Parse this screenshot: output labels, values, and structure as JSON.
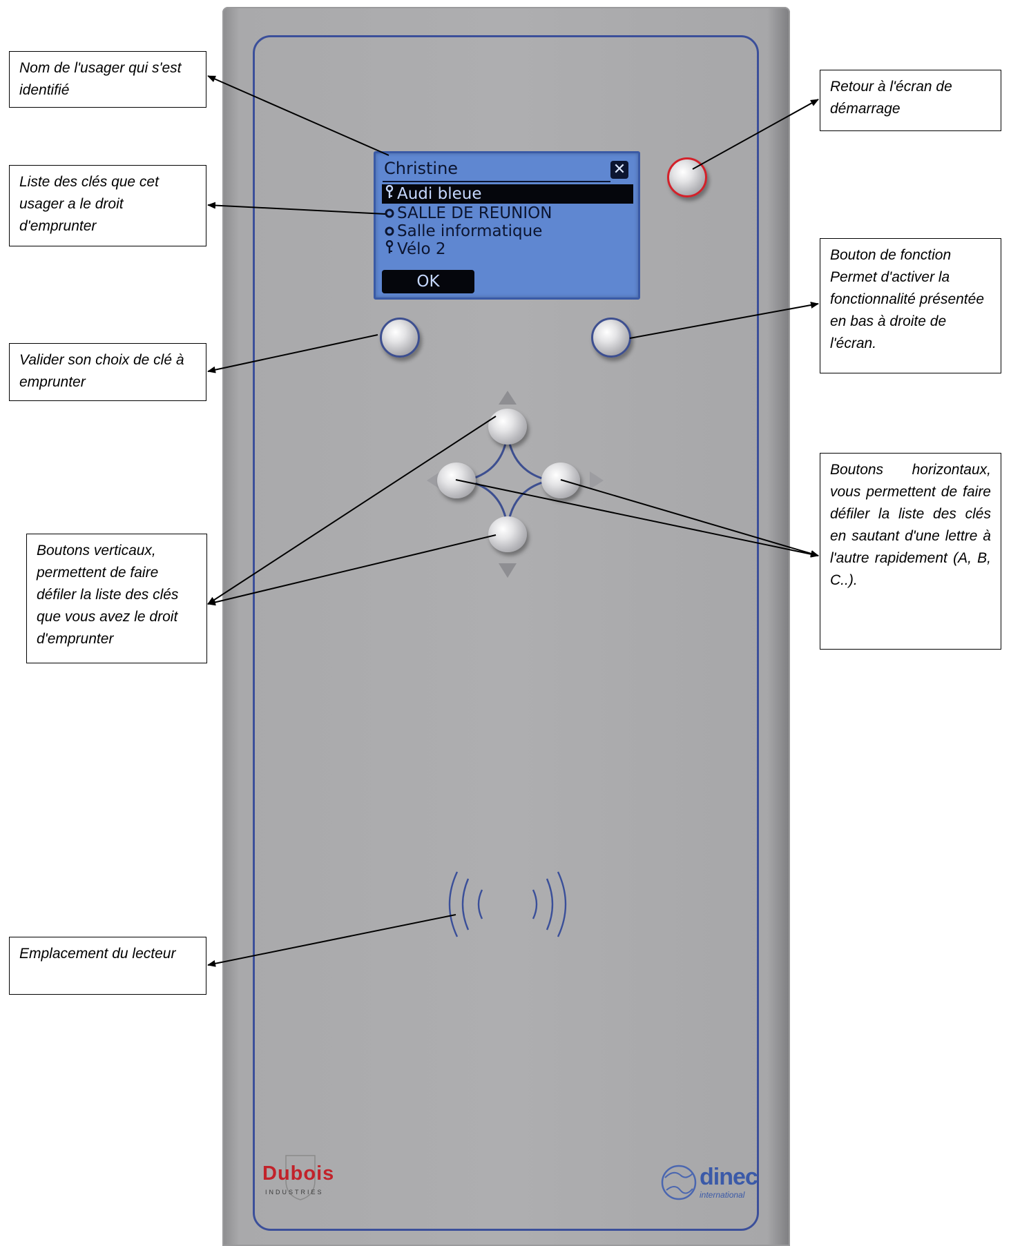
{
  "screen": {
    "user_name": "Christine",
    "close_symbol": "✕",
    "items": [
      {
        "icon": "key-icon",
        "glyph": "🝖",
        "label": "Audi bleue",
        "selected": true
      },
      {
        "icon": "room-icon",
        "glyph": "●",
        "label": "SALLE DE REUNION",
        "selected": false
      },
      {
        "icon": "room-icon",
        "glyph": "●",
        "label": "Salle informatique",
        "selected": false
      },
      {
        "icon": "key-icon",
        "glyph": "🝖",
        "label": "Vélo 2",
        "selected": false
      }
    ],
    "ok_label": "OK"
  },
  "callouts": {
    "user_name": "Nom de l'usager qui s'est identifié",
    "key_list": "Liste des clés que cet usager a le droit d'emprunter",
    "validate": "Valider son choix de clé à emprunter",
    "vertical": "Boutons verticaux, permettent de faire défiler la liste des clés que vous avez le droit d'emprunter",
    "reader": "Emplacement du lecteur",
    "home": "Retour à l'écran de démarrage",
    "function": "Bouton de fonction Permet d'activer la fonctionnalité présentée en bas à droite de l'écran.",
    "horizontal": "Boutons horizontaux, vous permettent de faire défiler la liste des clés en sautant d'une lettre à l'autre rapidement (A, B, C..)."
  },
  "logos": {
    "left_word": "Dubois",
    "left_sub": "INDUSTRIES",
    "right_word": "dinec",
    "right_sub": "international"
  },
  "colors": {
    "panel_frame": "#3b4f9a",
    "lcd_background": "#5f87d1",
    "home_button_ring": "#d3212a",
    "dubois_red": "#c2222a",
    "dinec_blue": "#3b5aa8"
  }
}
